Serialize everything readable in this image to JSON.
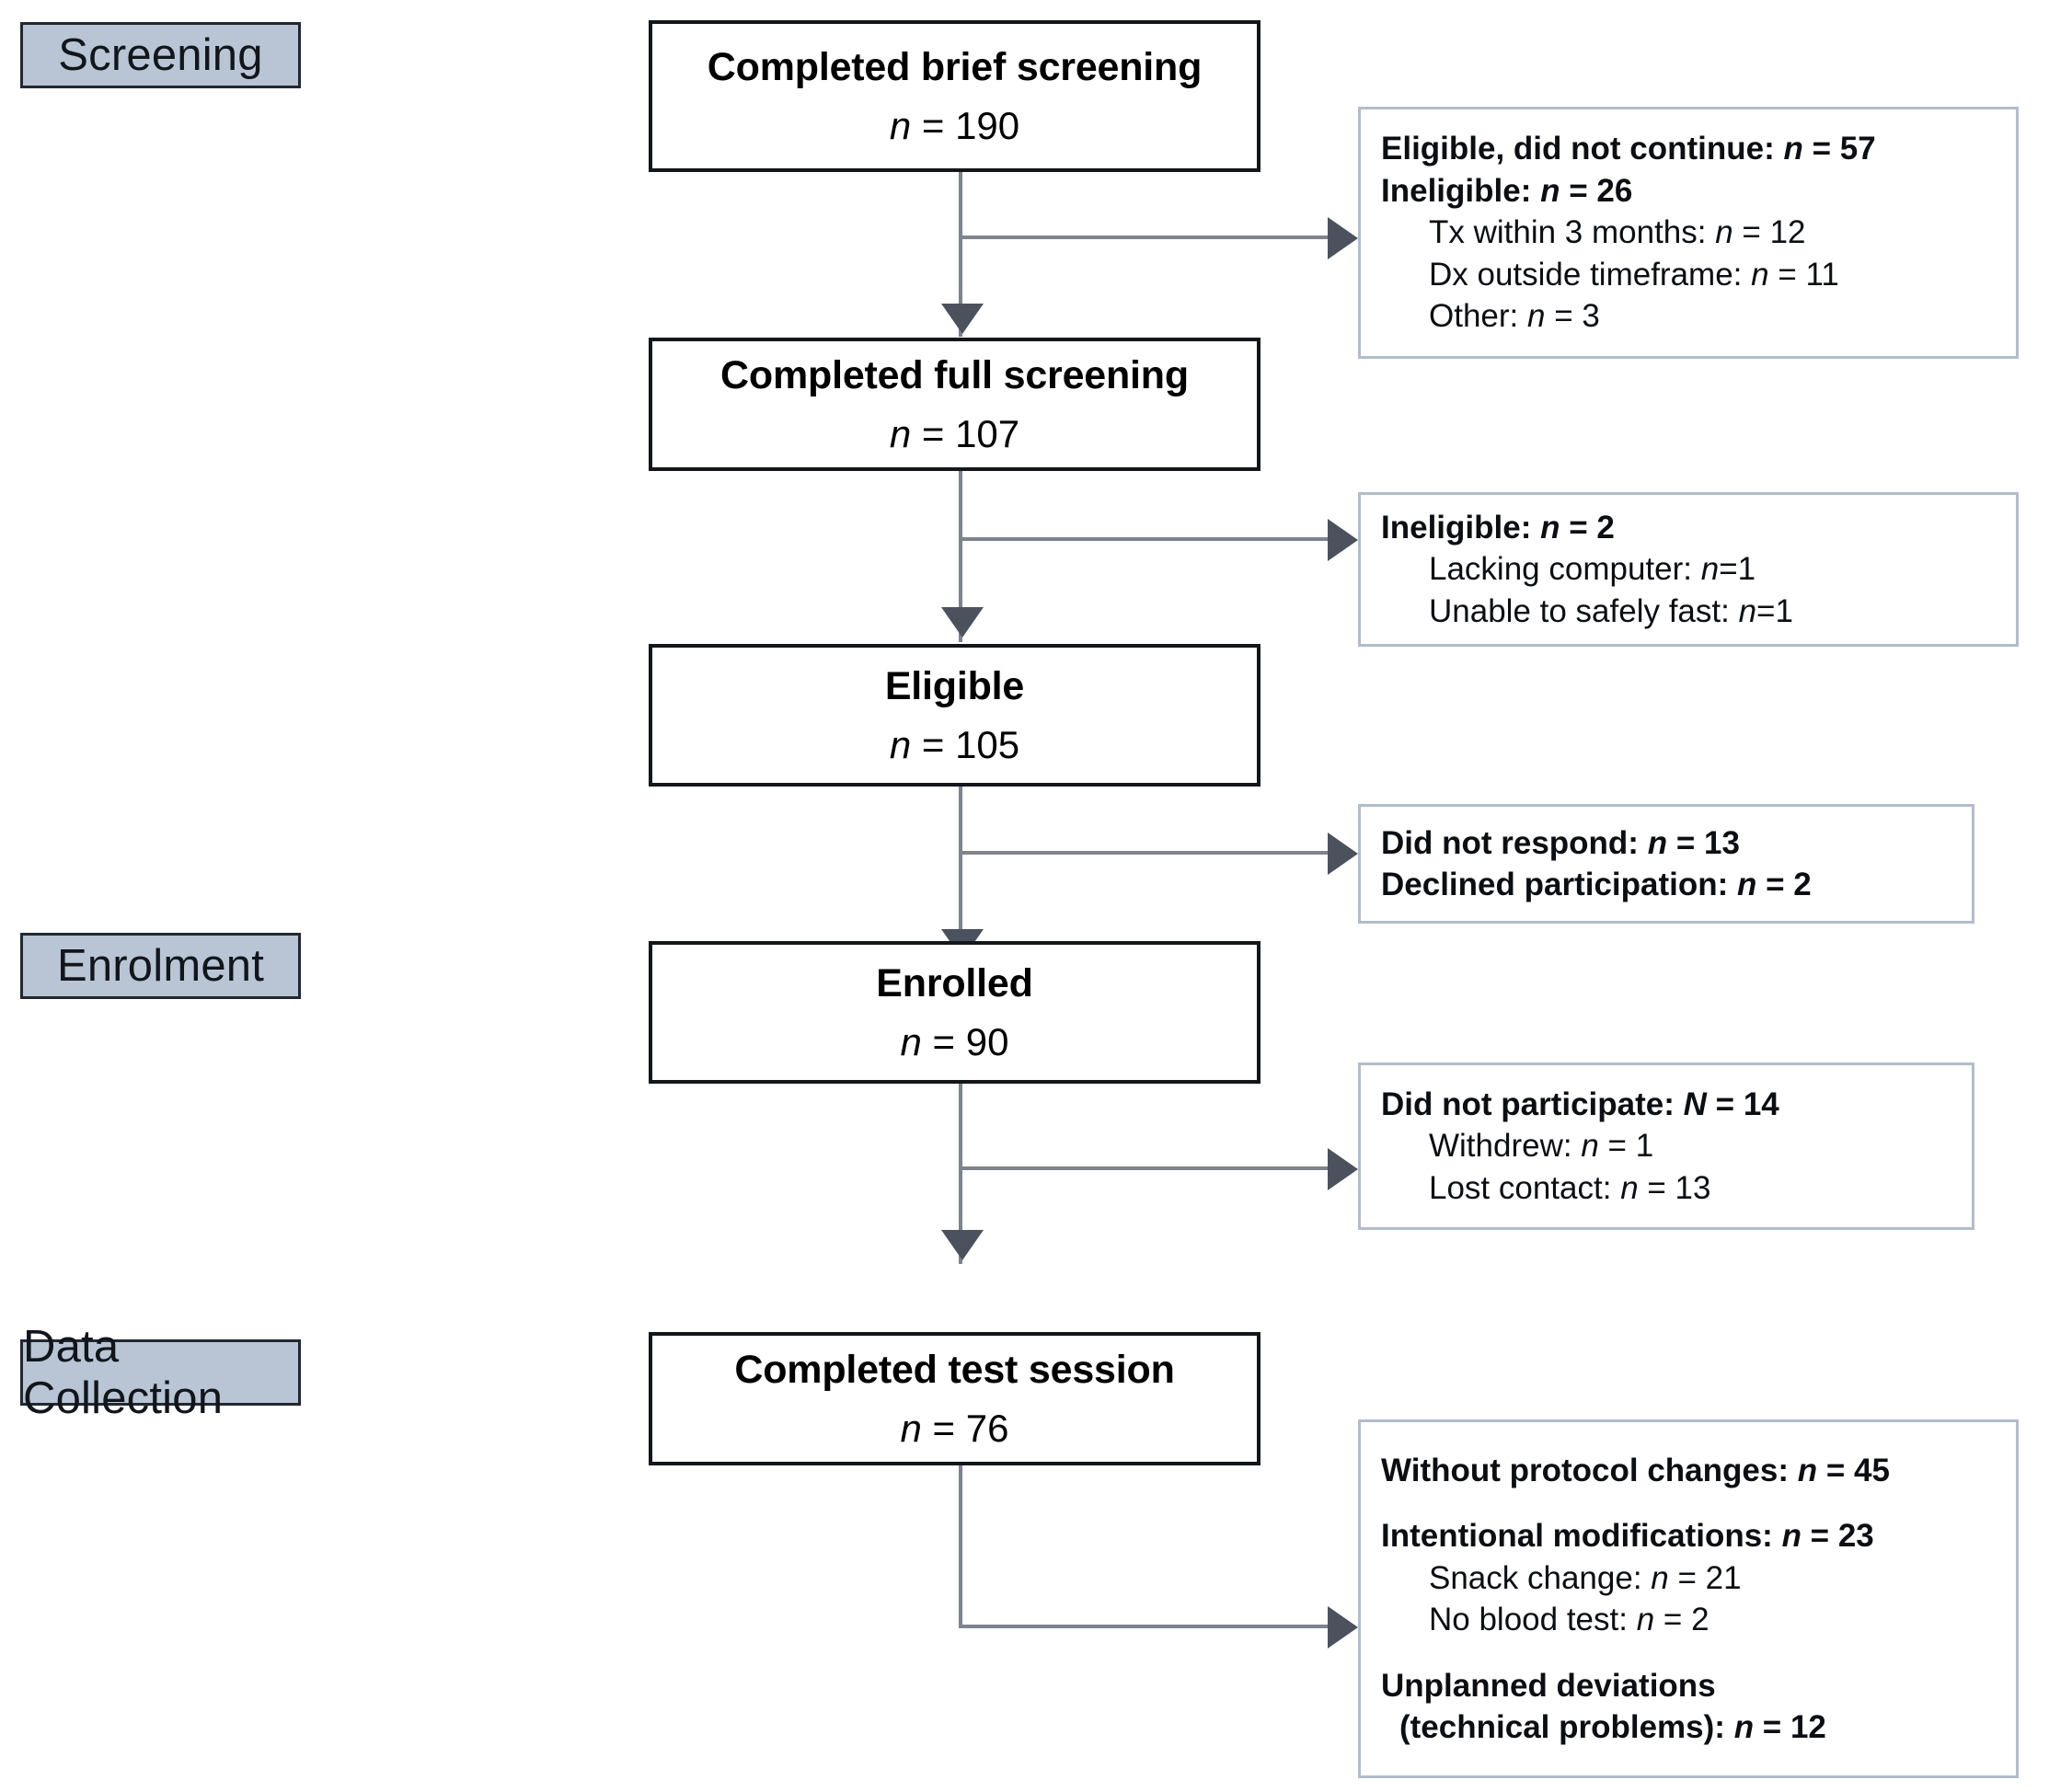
{
  "figure": {
    "type": "flowchart",
    "title": "Participant flow diagram"
  },
  "stages": [
    {
      "id": "screening",
      "label": "Screening"
    },
    {
      "id": "enrolment",
      "label": "Enrolment"
    },
    {
      "id": "data-collection",
      "label": "Data Collection"
    }
  ],
  "flow_boxes": [
    {
      "id": "completed-brief-screening",
      "title": "Completed brief screening",
      "count_prefix": "n",
      "count_sep": " = ",
      "count": "190"
    },
    {
      "id": "completed-full-screening",
      "title": "Completed full screening",
      "count_prefix": "n",
      "count_sep": " = ",
      "count": "107"
    },
    {
      "id": "eligible",
      "title": "Eligible",
      "count_prefix": "n",
      "count_sep": " = ",
      "count": "105"
    },
    {
      "id": "enrolled",
      "title": "Enrolled",
      "count_prefix": "n",
      "count_sep": " = ",
      "count": "90"
    },
    {
      "id": "completed-test-session",
      "title": "Completed test session",
      "count_prefix": "n",
      "count_sep": " = ",
      "count": "76"
    }
  ],
  "side_boxes": [
    {
      "id": "exclusions-after-brief-screening",
      "lines": [
        {
          "style": "bold",
          "label": "Eligible, did not continue:",
          "var": "n",
          "sep": " = ",
          "value": "57"
        },
        {
          "style": "bold",
          "label": "Ineligible:",
          "var": "n",
          "sep": " = ",
          "value": "26"
        },
        {
          "style": "indent",
          "label": "Tx within 3 months:",
          "var": "n",
          "sep": " = ",
          "value": "12"
        },
        {
          "style": "indent",
          "label": "Dx outside timeframe:",
          "var": "n",
          "sep": " = ",
          "value": "11"
        },
        {
          "style": "indent",
          "label": "Other:",
          "var": "n",
          "sep": " = ",
          "value": "3"
        }
      ]
    },
    {
      "id": "exclusions-after-full-screening",
      "lines": [
        {
          "style": "bold",
          "label": "Ineligible:",
          "var": "n",
          "sep": " = ",
          "value": "2"
        },
        {
          "style": "indent",
          "label": "Lacking computer:",
          "var": "n",
          "sep": "=",
          "value": "1"
        },
        {
          "style": "indent",
          "label": "Unable to safely fast:",
          "var": "n",
          "sep": "=",
          "value": "1"
        }
      ]
    },
    {
      "id": "exclusions-after-eligible",
      "lines": [
        {
          "style": "bold",
          "label": "Did not respond:",
          "var": "n",
          "sep": " = ",
          "value": "13"
        },
        {
          "style": "bold",
          "label": "Declined participation:",
          "var": "n",
          "sep": " = ",
          "value": "2"
        }
      ]
    },
    {
      "id": "exclusions-after-enrolled",
      "lines": [
        {
          "style": "bold-strong",
          "label": "Did not participate:",
          "var": "N",
          "sep": " = ",
          "value": "14"
        },
        {
          "style": "indent",
          "label": "Withdrew:",
          "var": "n",
          "sep": " = ",
          "value": "1"
        },
        {
          "style": "indent",
          "label": "Lost contact:",
          "var": "n",
          "sep": " = ",
          "value": "13"
        }
      ]
    },
    {
      "id": "protocol-adherence-after-test-session",
      "lines": [
        {
          "style": "bold",
          "label": "Without protocol changes:",
          "var": "n",
          "sep": " = ",
          "value": "45"
        },
        {
          "style": "bold gap",
          "label": "Intentional modifications:",
          "var": "n",
          "sep": " = ",
          "value": "23"
        },
        {
          "style": "indent",
          "label": "Snack change:",
          "var": "n",
          "sep": " = ",
          "value": "21"
        },
        {
          "style": "indent",
          "label": "No blood test:",
          "var": "n",
          "sep": " = ",
          "value": "2"
        },
        {
          "style": "bold gap",
          "label": "Unplanned deviations",
          "var": "",
          "sep": "",
          "value": ""
        },
        {
          "style": "indent-sm",
          "label": "(technical problems):",
          "var": "n",
          "sep": " = ",
          "value": "12"
        }
      ]
    }
  ],
  "colors": {
    "stage_label_fill": "#b9c5d4",
    "stage_label_border": "#222831",
    "flow_box_border": "#13171c",
    "side_box_border": "#b2bccb",
    "connector_line": "#7e838c",
    "arrow_head": "#4b525d",
    "background": "#ffffff",
    "text": "#000000"
  }
}
